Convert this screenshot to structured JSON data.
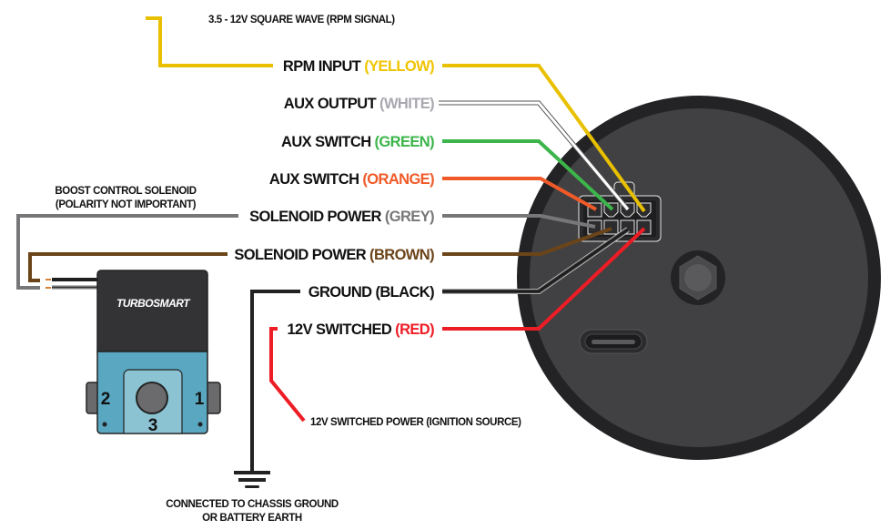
{
  "top_note": "3.5 - 12V SQUARE WAVE (RPM SIGNAL)",
  "wires": [
    {
      "id": "rpm",
      "name": "RPM INPUT",
      "color_label": "(YELLOW)",
      "color": "#e8c000",
      "label_color": "#f0c400"
    },
    {
      "id": "aux-out",
      "name": "AUX OUTPUT",
      "color_label": "(WHITE)",
      "color": "#ffffff",
      "label_color": "#a8a8b0"
    },
    {
      "id": "aux-sw-green",
      "name": "AUX SWITCH",
      "color_label": "(GREEN)",
      "color": "#3cb54a",
      "label_color": "#3cb54a"
    },
    {
      "id": "aux-sw-orange",
      "name": "AUX SWITCH",
      "color_label": "(ORANGE)",
      "color": "#f05a28",
      "label_color": "#f05a28"
    },
    {
      "id": "sol-grey",
      "name": "SOLENOID POWER",
      "color_label": "(GREY)",
      "color": "#77777a",
      "label_color": "#77777a"
    },
    {
      "id": "sol-brown",
      "name": "SOLENOID POWER",
      "color_label": "(BROWN)",
      "color": "#6b4419",
      "label_color": "#6b4419"
    },
    {
      "id": "ground",
      "name": "GROUND (BLACK)",
      "color_label": "",
      "color": "#222222",
      "label_color": "#111111"
    },
    {
      "id": "12v",
      "name": "12V SWITCHED",
      "color_label": "(RED)",
      "color": "#ee1c25",
      "label_color": "#ee1c25"
    }
  ],
  "solenoid": {
    "title_line1": "BOOST CONTROL SOLENOID",
    "title_line2": "(POLARITY NOT IMPORTANT)",
    "brand": "TURBOSMART",
    "ports": [
      "2",
      "3",
      "1"
    ]
  },
  "red_note": "12V SWITCHED POWER (IGNITION SOURCE)",
  "ground_note_line1": "CONNECTED TO CHASSIS GROUND",
  "ground_note_line2": "OR BATTERY EARTH",
  "colors": {
    "device_body": "#414143",
    "device_rim": "#232325",
    "solenoid_top": "#333335",
    "solenoid_base": "#5aa7c2",
    "solenoid_port": "#8cc3d3"
  }
}
